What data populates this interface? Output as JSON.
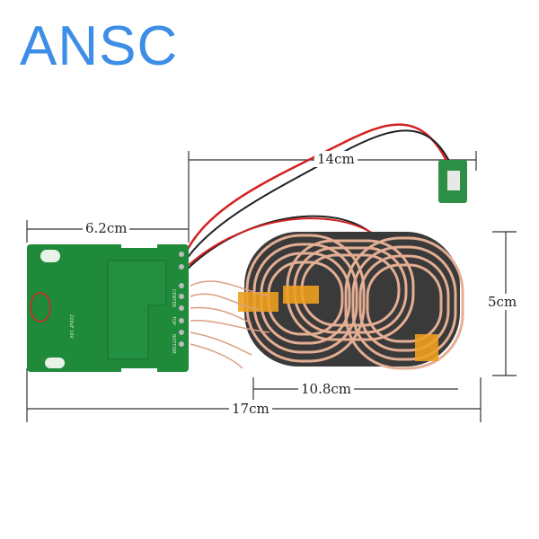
{
  "brand": "ANSC",
  "dimensions": {
    "wire_length": "14cm",
    "board_width": "6.2cm",
    "coil_height": "5cm",
    "coil_width": "10.8cm",
    "total_length": "17cm"
  },
  "board_silk": {
    "center": "CENTER",
    "top": "TOP",
    "bottom": "BOTTOM",
    "cap": "220uF 16V"
  },
  "colors": {
    "logo": "#3d8ee6",
    "pcb": "#1f8a3a",
    "copper": "#e0a88a",
    "tape": "#f0a020"
  }
}
